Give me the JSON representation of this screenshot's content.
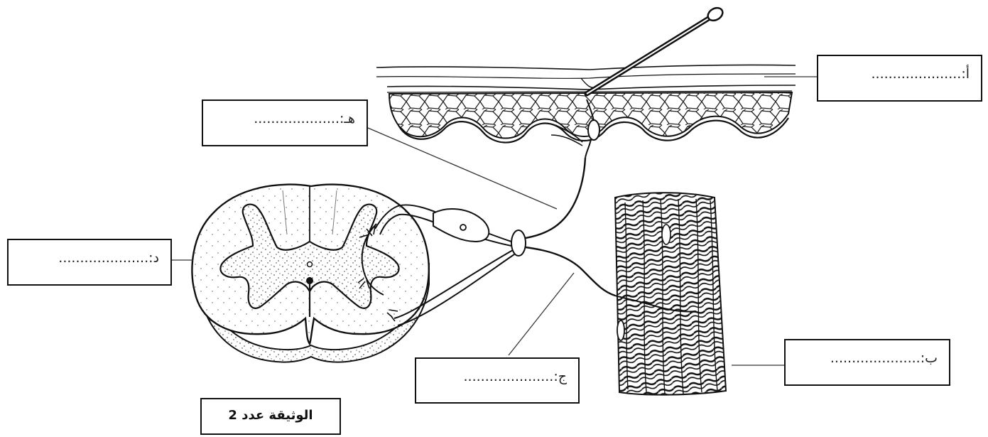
{
  "labels": {
    "a": "أ:.....................",
    "b": "ب:.....................",
    "j": "ج:.....................",
    "d": "د:.....................",
    "h": "هـ:...................."
  },
  "title": "الوثيقة عدد 2"
}
